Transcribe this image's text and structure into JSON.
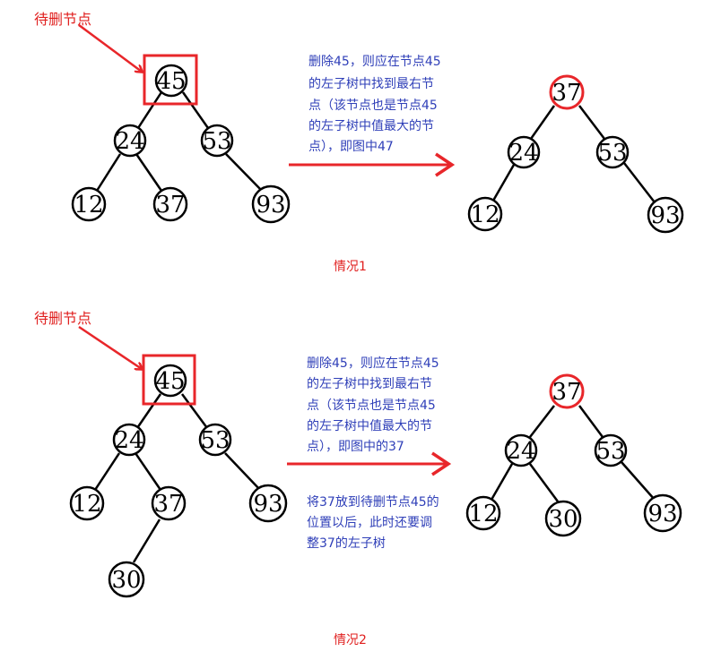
{
  "colors": {
    "accent_red": "#e8262a",
    "blue_text": "#2f3fb8",
    "line_black": "#000000"
  },
  "case1": {
    "pointer_label": "待删节点",
    "before_tree": {
      "root": "45",
      "left": "24",
      "right": "53",
      "left_left": "12",
      "left_right": "37",
      "right_right": "93"
    },
    "explanation": [
      "删除45，则应在节点45",
      "的左子树中找到最右节",
      "点（该节点也是节点45",
      "的左子树中值最大的节",
      "点），即图中47"
    ],
    "after_tree": {
      "root": "37",
      "left": "24",
      "right": "53",
      "left_left": "12",
      "right_right": "93"
    },
    "caption": "情况1"
  },
  "case2": {
    "pointer_label": "待删节点",
    "before_tree": {
      "root": "45",
      "left": "24",
      "right": "53",
      "left_left": "12",
      "left_right": "37",
      "left_right_left": "30",
      "right_right": "93"
    },
    "explanation": [
      "删除45，则应在节点45",
      "的左子树中找到最右节",
      "点（该节点也是节点45",
      "的左子树中值最大的节",
      "点），即图中的37"
    ],
    "explanation2": [
      "将37放到待删节点45的",
      "位置以后，此时还要调",
      "整37的左子树"
    ],
    "after_tree": {
      "root": "37",
      "left": "24",
      "right": "53",
      "left_left": "12",
      "left_right": "30",
      "right_right": "93"
    },
    "caption": "情况2"
  }
}
